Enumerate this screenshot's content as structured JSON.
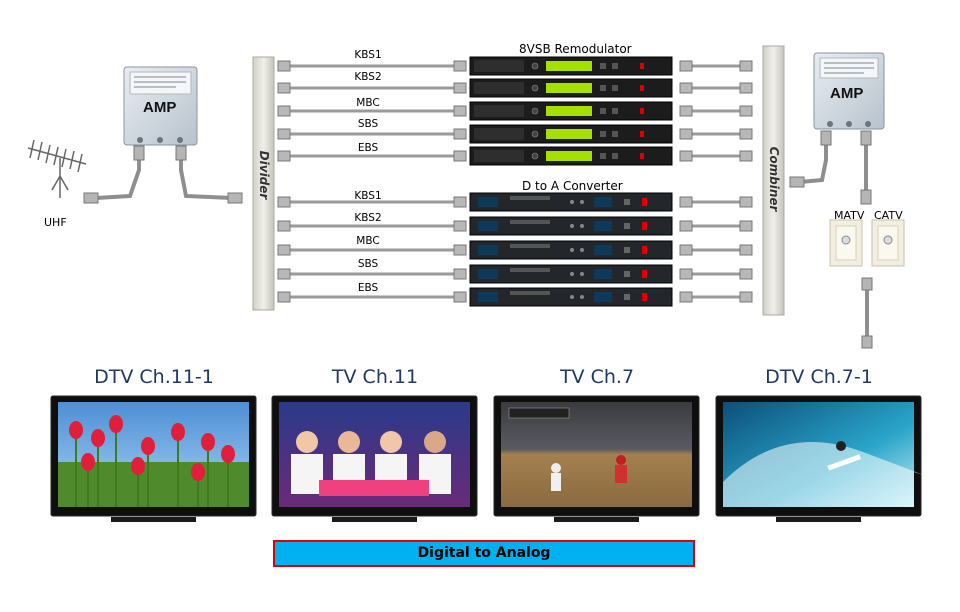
{
  "labels": {
    "uhf": "UHF",
    "amp": "AMP",
    "divider": "Divider",
    "combiner": "Combiner",
    "remodulator": "8VSB Remodulator",
    "converter": "D to A Converter",
    "matv": "MATV",
    "catv": "CATV"
  },
  "channels_remod": [
    "KBS1",
    "KBS2",
    "MBC",
    "SBS",
    "EBS"
  ],
  "channels_conv": [
    "KBS1",
    "KBS2",
    "MBC",
    "SBS",
    "EBS"
  ],
  "tvs": [
    {
      "title": "DTV Ch.11-1",
      "screen": "flowers"
    },
    {
      "title": "TV Ch.11",
      "screen": "studio"
    },
    {
      "title": "TV Ch.7",
      "screen": "baseball"
    },
    {
      "title": "DTV Ch.7-1",
      "screen": "surfing"
    }
  ],
  "bar": {
    "label": "Digital to Analog",
    "fill": "#00b0f0",
    "border": "#e00000"
  },
  "colors": {
    "title_blue": "#1f3864",
    "lcd_green": "#a6e000",
    "cable": "#9a9a9a"
  }
}
